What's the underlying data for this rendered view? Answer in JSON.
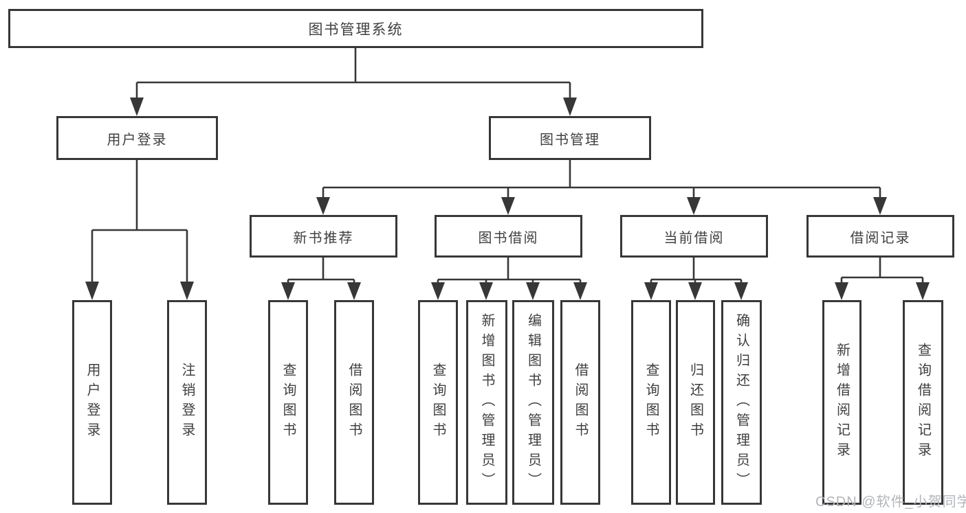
{
  "diagram": {
    "root": "图书管理系统",
    "branches": [
      {
        "label": "用户登录",
        "children": [
          "用户登录",
          "注销登录"
        ]
      },
      {
        "label": "图书管理",
        "groups": [
          {
            "label": "新书推荐",
            "children": [
              "查询图书",
              "借阅图书"
            ]
          },
          {
            "label": "图书借阅",
            "children": [
              "查询图书",
              "新增图书（管理员）",
              "编辑图书（管理员）",
              "借阅图书"
            ]
          },
          {
            "label": "当前借阅",
            "children": [
              "查询图书",
              "归还图书",
              "确认归还（管理员）"
            ]
          },
          {
            "label": "借阅记录",
            "children": [
              "新增借阅记录",
              "查询借阅记录"
            ]
          }
        ]
      }
    ]
  },
  "watermark": "CSDN @软件_小贺同学",
  "colors": {
    "line": "#373737",
    "border": "#373737",
    "text": "#3f3f3f",
    "background": "#ffffff",
    "watermark": "#b2b5ba"
  }
}
